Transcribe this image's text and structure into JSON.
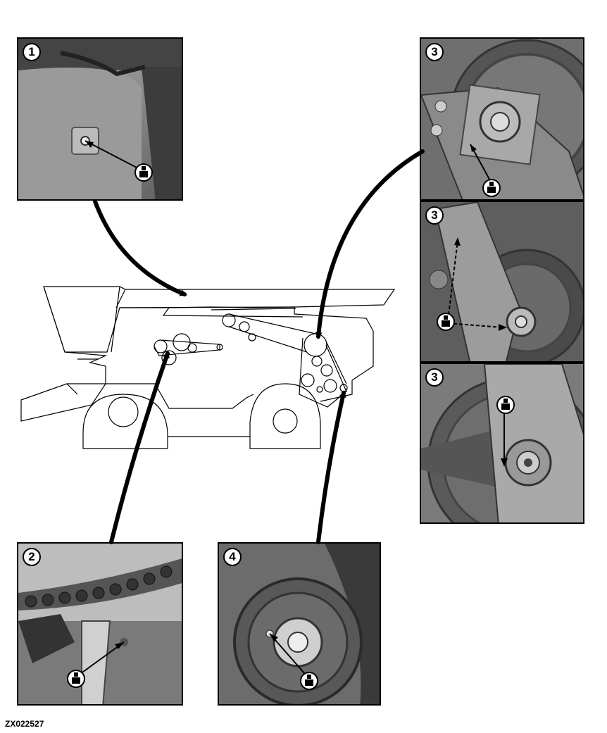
{
  "figure_id": "ZX022527",
  "callouts": [
    {
      "label": "1"
    },
    {
      "label": "2"
    },
    {
      "label": "3"
    },
    {
      "label": "3"
    },
    {
      "label": "3"
    },
    {
      "label": "4"
    }
  ],
  "icons": {
    "grease_point": "grease-fitting-icon"
  },
  "colors": {
    "ink": "#000000",
    "photo_dark": "#4a4a4a",
    "photo_mid": "#8c8c8c",
    "photo_light": "#c8c8c8"
  }
}
